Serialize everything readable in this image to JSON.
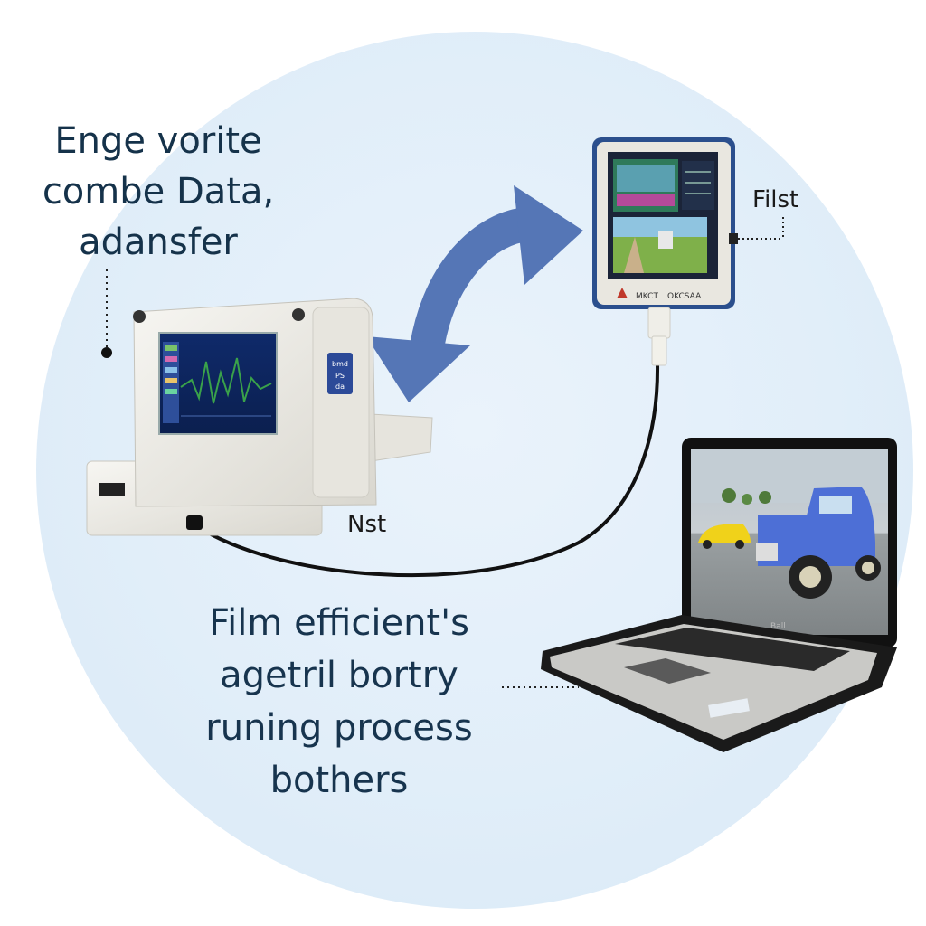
{
  "heading": {
    "line1": "Enge vorite",
    "line2": "combe Data,",
    "line3": "adansfer"
  },
  "body_text": {
    "line1": "Film efficient's",
    "line2": "agetril bortry",
    "line3": "runing process",
    "line4": "bothers"
  },
  "callouts": {
    "filst": "Filst",
    "nst": "Nst"
  },
  "handheld_device": {
    "label_left": "MKCT",
    "label_right": "OKCSAA"
  },
  "scanner_device": {
    "badge": "bmd\nPS\nda"
  },
  "laptop": {
    "brand": "Ball"
  },
  "colors": {
    "background_circle": "#e1eef9",
    "arrow": "#5576b6",
    "text": "#15324a",
    "device_body": "#ecebe6",
    "handheld_frame": "#2b4f8d"
  },
  "icons": [
    "curved-double-arrow-icon",
    "diagnostic-scanner-icon",
    "handheld-scanner-icon",
    "laptop-icon",
    "cable-icon"
  ]
}
